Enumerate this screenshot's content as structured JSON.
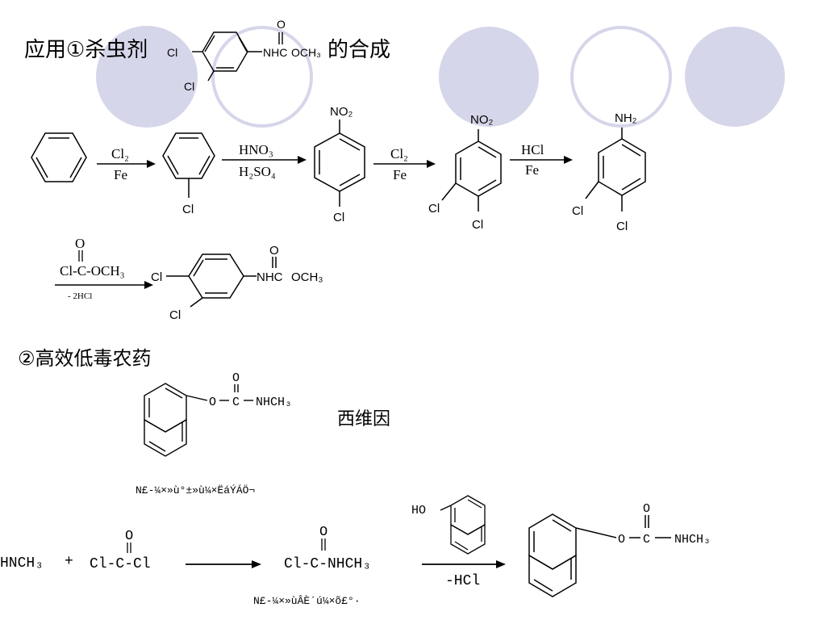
{
  "colors": {
    "decor_fill": "#d6d6ea",
    "decor_stroke": "#d6d6ea",
    "ink": "#000000"
  },
  "section1": {
    "title_prefix": "应用①杀虫剂",
    "title_suffix": "的合成",
    "title_struct": {
      "cl": "Cl",
      "cl2": "Cl",
      "nhc": "NHC",
      "o": "O",
      "och3": "OCH₃"
    }
  },
  "row1": {
    "arrow1": {
      "top": "Cl₂",
      "bottom": "Fe"
    },
    "chlorobenzene": {
      "cl": "Cl"
    },
    "arrow2": {
      "top": "HNO₃",
      "bottom": "H₂SO₄"
    },
    "nitro_cl": {
      "no2": "NO₂",
      "cl": "Cl"
    },
    "arrow3": {
      "top": "Cl₂",
      "bottom": "Fe"
    },
    "nitro_dicl": {
      "no2": "NO₂",
      "cl_a": "Cl",
      "cl_b": "Cl"
    },
    "arrow4": {
      "top": "HCl",
      "bottom": "Fe"
    },
    "amine_dicl": {
      "nh2": "NH₂",
      "cl_a": "Cl",
      "cl_b": "Cl"
    }
  },
  "row2": {
    "reagent_o": "O",
    "reagent": "Cl-C-OCH₃",
    "arrow_bottom": "- 2HCl",
    "product": {
      "cl_a": "Cl",
      "cl_b": "Cl",
      "nhc": "NHC",
      "o": "O",
      "och3": "OCH₃"
    }
  },
  "section2": {
    "title": "②高效低毒农药",
    "sevin": {
      "o_link": "O",
      "o_dbl": "O",
      "c": "C",
      "nhch3": "NHCH₃"
    },
    "name": "西维因",
    "garbled1": "N£-¼×»ù°±»ù¼×ËáÝÁÖ¬"
  },
  "row3": {
    "amine": "HNCH₃",
    "plus": "+",
    "phosgene_o": "O",
    "phosgene": "Cl-C-Cl",
    "intermediate_o": "O",
    "intermediate": "Cl-C-NHCH₃",
    "naphthol_ho": "HO",
    "arrow_bottom": "-HCl",
    "garbled2": "N£-¼×»ùÂÈ´ú¼×õ£°·",
    "product": {
      "o_link": "O",
      "o_dbl": "O",
      "c": "C",
      "nhch3": "NHCH₃"
    }
  }
}
